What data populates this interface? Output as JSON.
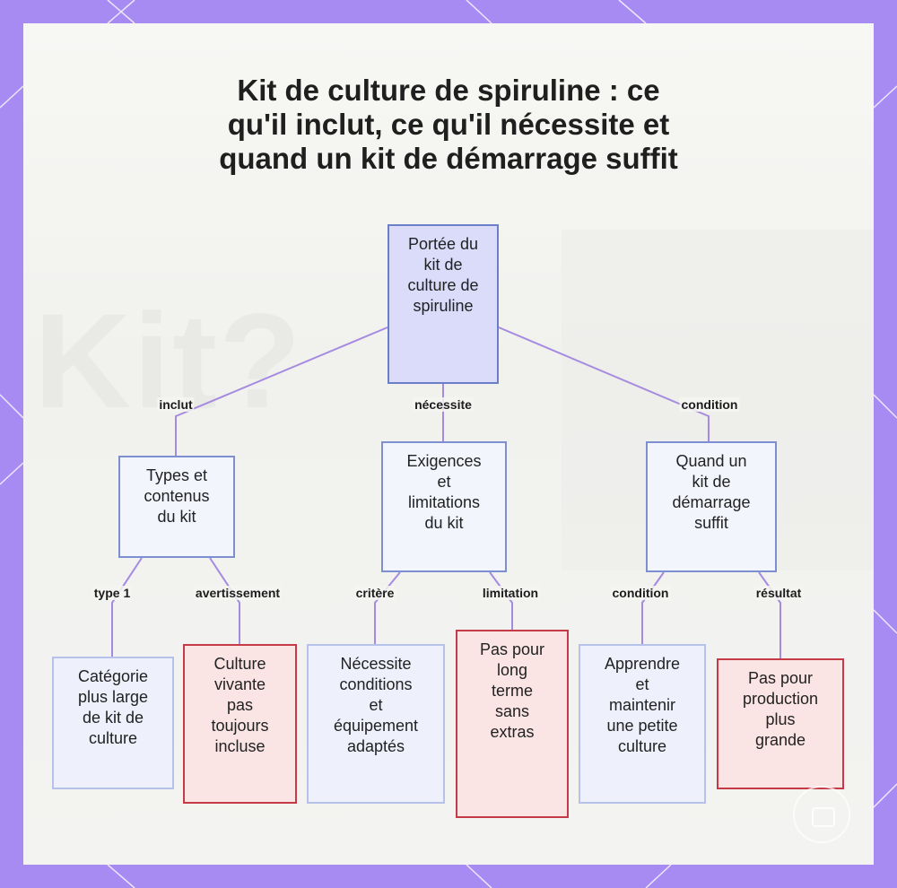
{
  "title": {
    "line1": "Kit de culture de spiruline : ce",
    "line2": "qu'il inclut, ce qu'il nécessite et",
    "line3": "quand un kit de démarrage suffit"
  },
  "background": {
    "watermark": "Kit?"
  },
  "nodes": {
    "root": [
      "Portée du",
      "kit de",
      "culture de",
      "spiruline"
    ],
    "types": [
      "Types et",
      "contenus",
      "du kit"
    ],
    "exigences": [
      "Exigences",
      "et",
      "limitations",
      "du kit"
    ],
    "quand": [
      "Quand un",
      "kit de",
      "démarrage",
      "suffit"
    ],
    "categorie": [
      "Catégorie",
      "plus large",
      "de kit de",
      "culture"
    ],
    "culture_vivante": [
      "Culture",
      "vivante",
      "pas",
      "toujours",
      "incluse"
    ],
    "necessite": [
      "Nécessite",
      "conditions",
      "et",
      "équipement",
      "adaptés"
    ],
    "pas_long_terme": [
      "Pas pour",
      "long",
      "terme",
      "sans",
      "extras"
    ],
    "apprendre": [
      "Apprendre",
      "et",
      "maintenir",
      "une petite",
      "culture"
    ],
    "pas_production": [
      "Pas pour",
      "production",
      "plus",
      "grande"
    ]
  },
  "edges": {
    "inclut": "inclut",
    "necessite": "nécessite",
    "condition_top": "condition",
    "type1": "type 1",
    "avertissement": "avertissement",
    "critere": "critère",
    "limitation": "limitation",
    "condition_bottom": "condition",
    "resultat": "résultat"
  },
  "colors": {
    "frame": "#a78bf3",
    "edge": "#a58be0",
    "root_fill": "#dadcfa",
    "node_border": "#7d8fd0",
    "warning_border": "#c63a48",
    "warning_fill": "#fbe4e4"
  },
  "icons": {
    "corner": "camera-icon"
  }
}
